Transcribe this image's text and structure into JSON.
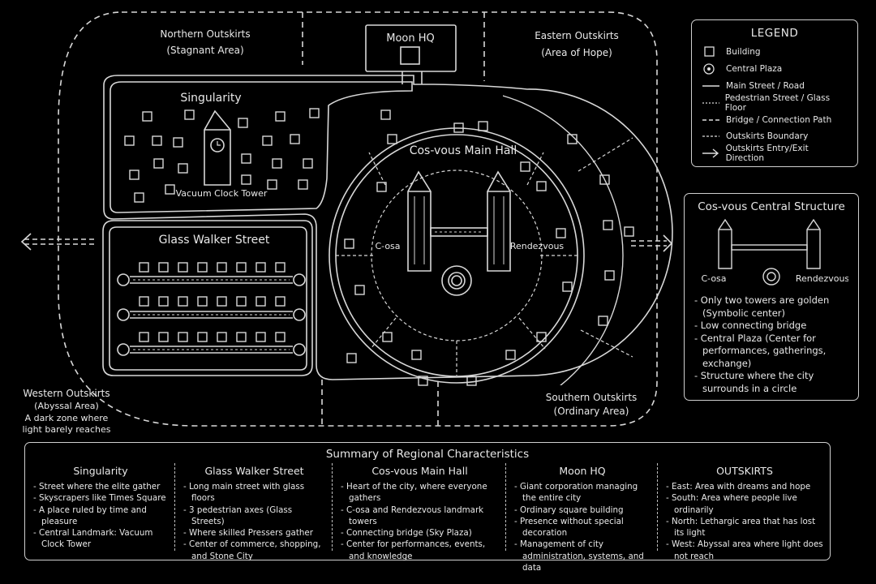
{
  "map": {
    "moon_hq": "Moon HQ",
    "northern": {
      "name": "Northern Outskirts",
      "sub": "(Stagnant Area)"
    },
    "eastern": {
      "name": "Eastern Outskirts",
      "sub": "(Area of Hope)"
    },
    "western": {
      "name": "Western Outskirts",
      "sub": "(Abyssal Area)",
      "desc1": "A dark zone where",
      "desc2": "light barely reaches"
    },
    "southern": {
      "name": "Southern Outskirts",
      "sub": "(Ordinary Area)"
    },
    "singularity": "Singularity",
    "clock_tower": "Vacuum Clock Tower",
    "glass_walker": "Glass Walker Street",
    "main_hall": "Cos-vous Main Hall",
    "c_osa": "C-osa",
    "rendezvous": "Rendezvous"
  },
  "legend": {
    "title": "LEGEND",
    "items": [
      {
        "icon": "building-icon",
        "label": "Building"
      },
      {
        "icon": "central-plaza-icon",
        "label": "Central Plaza"
      },
      {
        "icon": "main-street-line-icon",
        "label": "Main Street / Road"
      },
      {
        "icon": "pedestrian-street-line-icon",
        "label": "Pedestrian Street / Glass Floor"
      },
      {
        "icon": "bridge-line-icon",
        "label": "Bridge / Connection Path"
      },
      {
        "icon": "outskirts-boundary-line-icon",
        "label": "Outskirts Boundary"
      },
      {
        "icon": "arrow-right-icon",
        "label": "Outskirts Entry/Exit Direction"
      }
    ]
  },
  "central_structure": {
    "title": "Cos-vous Central Structure",
    "left_tower": "C-osa",
    "right_tower": "Rendezvous",
    "bullets": [
      "- Only two towers are golden (Symbolic center)",
      "- Low connecting bridge",
      "- Central Plaza (Center for performances, gatherings, exchange)",
      "- Structure where the city surrounds in a circle"
    ]
  },
  "summary": {
    "title": "Summary of Regional Characteristics",
    "columns": [
      {
        "heading": "Singularity",
        "items": [
          "Street where the elite gather",
          "Skyscrapers like Times Square",
          "A place ruled by time and pleasure",
          "Central Landmark: Vacuum Clock Tower"
        ]
      },
      {
        "heading": "Glass Walker Street",
        "items": [
          "Long main street with glass floors",
          "3 pedestrian axes (Glass Streets)",
          "Where skilled Pressers gather",
          "Center of commerce, shopping, and Stone City"
        ]
      },
      {
        "heading": "Cos-vous Main Hall",
        "items": [
          "Heart of the city, where everyone gathers",
          "C-osa and Rendezvous landmark towers",
          "Connecting bridge (Sky Plaza)",
          "Center for performances, events, and knowledge"
        ]
      },
      {
        "heading": "Moon HQ",
        "items": [
          "Giant corporation managing the entire city",
          "Ordinary square building",
          "Presence without special decoration",
          "Management of city administration, systems, and data"
        ]
      },
      {
        "heading": "OUTSKIRTS",
        "items": [
          "East:  Area with dreams and hope",
          "South:  Area where people live ordinarily",
          "North:  Lethargic area that has lost its light",
          "West:  Abyssal area where light does not reach"
        ]
      }
    ]
  }
}
